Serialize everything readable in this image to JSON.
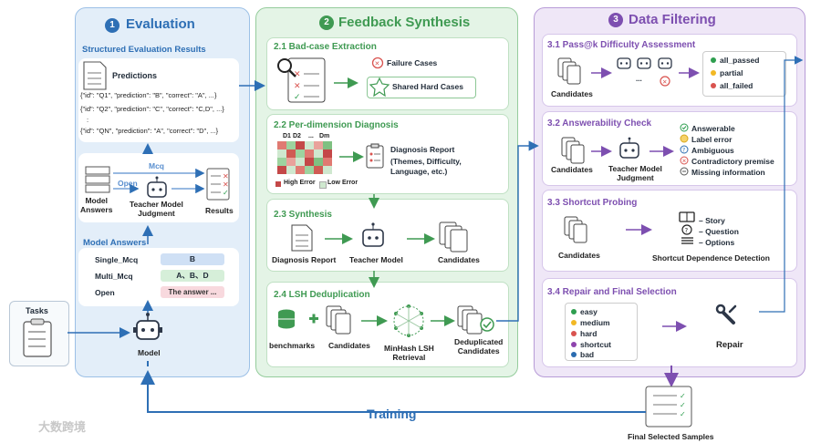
{
  "tasks_label": "Tasks",
  "evaluation": {
    "num": "1",
    "title": "Evaluation",
    "structured_title": "Structured Evaluation Results",
    "predictions_label": "Predictions",
    "pred_lines": [
      "{\"id\": \"Q1\", \"prediction\": \"B\", \"correct\": \"A\", ...}",
      "{\"id\": \"Q2\", \"prediction\": \"C\", \"correct\": \"C,D\", ...}",
      ":",
      "{\"id\": \"QN\", \"prediction\": \"A\", \"correct\": \"D\", ...}"
    ],
    "mcq_label": "Mcq",
    "open_label": "Open",
    "model_answers_label": "Model\nAnswers",
    "teacher_label": "Teacher Model\nJudgment",
    "results_label": "Results",
    "model_answers_title": "Model Answers",
    "answers": [
      {
        "key": "Single_Mcq",
        "value": "B"
      },
      {
        "key": "Multi_Mcq",
        "value": "A、B、D"
      },
      {
        "key": "Open",
        "value": "The answer ..."
      }
    ],
    "model_label": "Model"
  },
  "feedback": {
    "num": "2",
    "title": "Feedback Synthesis",
    "s21_title": "2.1 Bad-case Extraction",
    "failure_cases": "Failure Cases",
    "shared_hard": "Shared Hard Cases",
    "s22_title": "2.2 Per-dimension Diagnosis",
    "heat_cols": [
      "D1",
      "D2",
      "...",
      "Dm"
    ],
    "diag_report_title": "Diagnosis Report",
    "diag_report_sub": "(Themes, Difficulty,\nLanguage, etc.)",
    "high_error": "High Error",
    "low_error": "Low Error",
    "s23_title": "2.3 Synthesis",
    "diag_report": "Diagnosis Report",
    "teacher_model": "Teacher Model",
    "candidates": "Candidates",
    "s24_title": "2.4 LSH Deduplication",
    "benchmarks": "benchmarks",
    "minhash": "MinHash LSH\nRetrieval",
    "dedup": "Deduplicated\nCandidates"
  },
  "filtering": {
    "num": "3",
    "title": "Data Filtering",
    "s31_title": "3.1 Pass@k Difficulty Assessment",
    "candidates": "Candidates",
    "ellipsis": "...",
    "pass_legend": [
      {
        "label": "all_passed",
        "color": "#2e9e4f"
      },
      {
        "label": "partial",
        "color": "#f2b824"
      },
      {
        "label": "all_failed",
        "color": "#d9534f"
      }
    ],
    "s32_title": "3.2 Answerability Check",
    "teacher_judgment": "Teacher Model\nJudgment",
    "answer_legend": [
      "Answerable",
      "Label error",
      "Ambiguous",
      "Contradictory premise",
      "Missing information"
    ],
    "s33_title": "3.3 Shortcut Probing",
    "shortcut_items": [
      "– Story",
      "– Question",
      "– Options"
    ],
    "shortcut_detect": "Shortcut Dependence Detection",
    "s34_title": "3.4 Repair and Final Selection",
    "repair_legend": [
      {
        "label": "easy",
        "color": "#2e9e4f"
      },
      {
        "label": "medium",
        "color": "#f2b824"
      },
      {
        "label": "hard",
        "color": "#d9534f"
      },
      {
        "label": "shortcut",
        "color": "#8e44ad"
      },
      {
        "label": "bad",
        "color": "#2b6cb0"
      }
    ],
    "repair_label": "Repair"
  },
  "training_label": "Training",
  "final_label": "Final Selected Samples",
  "watermark": "大数跨境",
  "colors": {
    "blue": "#2e6fb5",
    "green": "#3f9a52",
    "purple": "#7d4fb0"
  }
}
